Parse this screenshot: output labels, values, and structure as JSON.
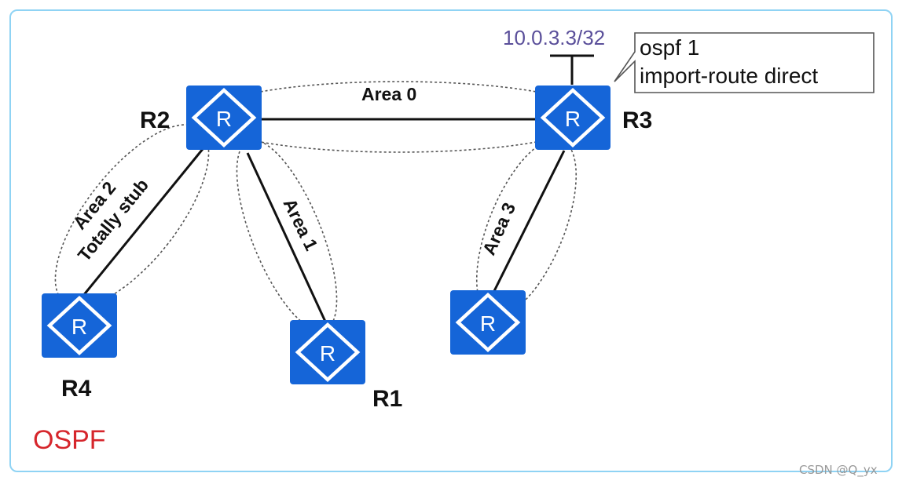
{
  "diagram": {
    "routers": {
      "r1": "R1",
      "r2": "R2",
      "r3": "R3",
      "r4": "R4",
      "icon_glyph": "R"
    },
    "areas": {
      "area0": "Area 0",
      "area1": "Area 1",
      "area2_line1": "Area 2",
      "area2_line2": "Totally stub",
      "area3": "Area 3"
    },
    "stub_network": "10.0.3.3/32",
    "config_callout": {
      "line1": "ospf 1",
      "line2": "import-route direct"
    },
    "protocol_label": "OSPF",
    "watermark": "CSDN @Q_yx"
  },
  "colors": {
    "router_fill": "#1565d8",
    "frame_border": "#8fd3f4",
    "protocol_label": "#d6262c",
    "ip_text": "#5a4f9a"
  }
}
